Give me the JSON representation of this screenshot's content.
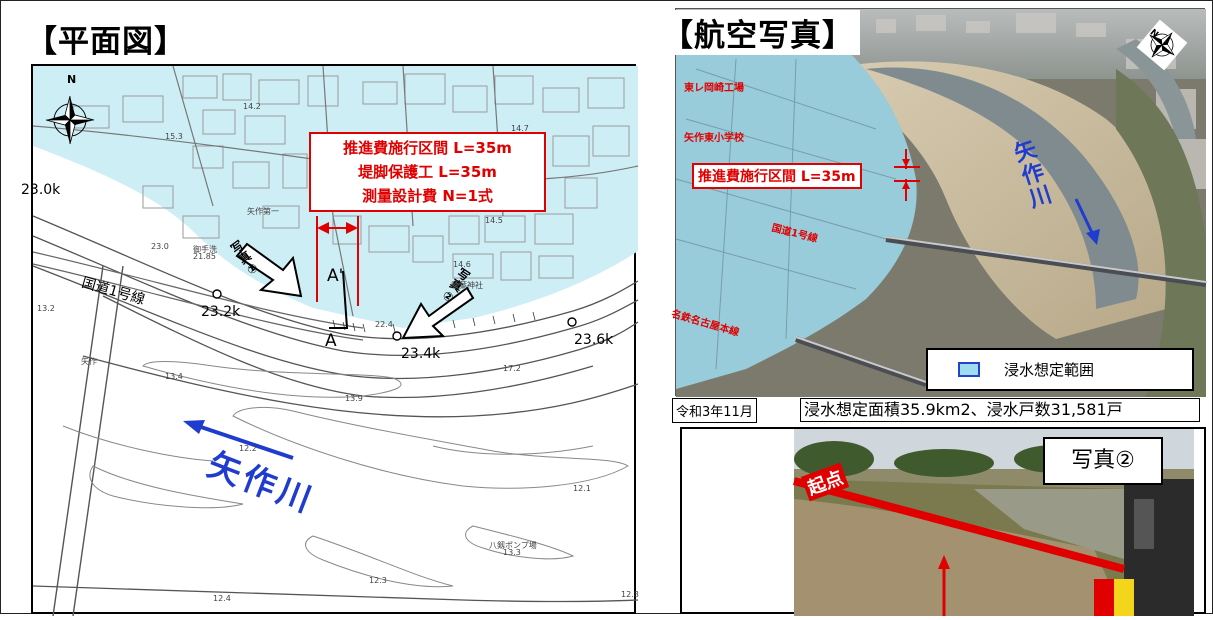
{
  "titles": {
    "plan": "【平面図】",
    "aerial": "【航空写真】"
  },
  "plan_map": {
    "north_label": "N",
    "works": {
      "line1": "推進費施行区間  L=35m",
      "line2": "堤脚保護工  L=35m",
      "line3": "測量設計費  N=1式"
    },
    "photo1_label": "写真①",
    "photo2_label": "写真②",
    "section_label_top": "A'",
    "section_label_bottom": "A",
    "road_label": "国道1号線",
    "river_label": "矢作川",
    "km_posts": [
      "23.0k",
      "23.2k",
      "23.4k",
      "23.6k"
    ],
    "spot_elevations": [
      "14.2",
      "15.3",
      "14.7",
      "14.5",
      "14.6",
      "13.2",
      "13.4",
      "13.9",
      "12.2",
      "12.1",
      "12.3",
      "12.8",
      "12.4",
      "13.3",
      "21.85",
      "17.2",
      "23.0",
      "22.4"
    ],
    "small_labels": [
      "御手洗",
      "矢作第一",
      "八剱ポンプ場",
      "秋葉神社",
      "矢作"
    ]
  },
  "aerial": {
    "north_label": "N",
    "labels": [
      "東レ岡崎工場",
      "矢作東小学校",
      "国道1号線",
      "名鉄名古屋本線"
    ],
    "section": "推進費施行区間  L=35m",
    "river": "矢作川",
    "legend": "浸水想定範囲",
    "colors": {
      "flood": "#9fdcf0",
      "accent": "#e00000",
      "river_text": "#1f3ccf"
    }
  },
  "footer": {
    "date": "令和3年11月",
    "stats": "浸水想定面積35.9km2、浸水戸数31,581戸"
  },
  "photo2": {
    "label": "写真②",
    "start": "起点"
  }
}
